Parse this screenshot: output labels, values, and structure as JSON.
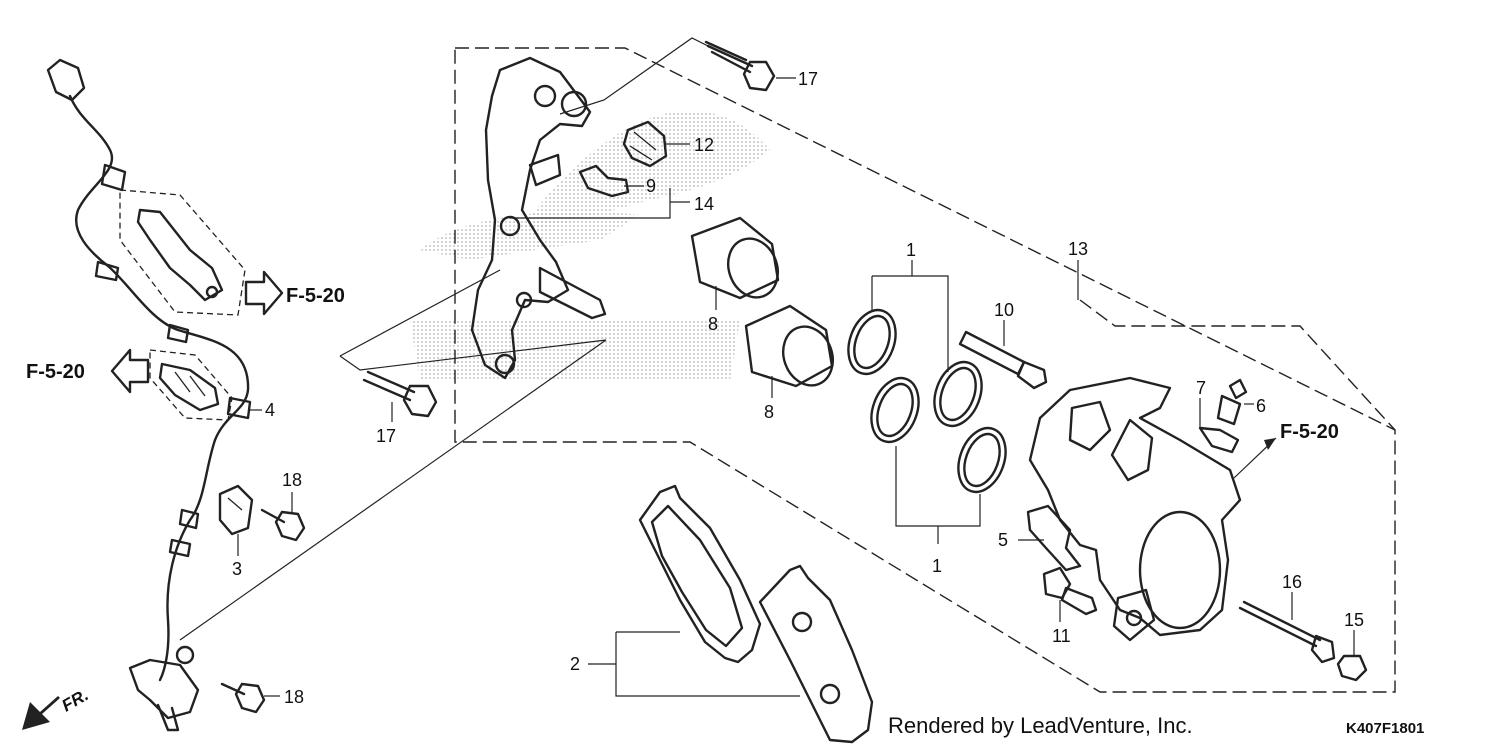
{
  "diagram": {
    "callouts": {
      "p1_top": "1",
      "p1_bottom": "1",
      "p2": "2",
      "p3": "3",
      "p4": "4",
      "p5": "5",
      "p6": "6",
      "p7": "7",
      "p8_top": "8",
      "p8_bottom": "8",
      "p9": "9",
      "p10": "10",
      "p11": "11",
      "p12": "12",
      "p13": "13",
      "p14": "14",
      "p15": "15",
      "p16": "16",
      "p17_top": "17",
      "p17_mid": "17",
      "p18_mid": "18",
      "p18_bottom": "18"
    },
    "references": {
      "right_of_bracket": "F-5-20",
      "left_of_clamp": "F-5-20",
      "caliper": "F-5-20"
    },
    "front_indicator": "FR.",
    "credit": "Rendered by LeadVenture, Inc.",
    "figure_code": "K407F1801",
    "colors": {
      "line": "#222222",
      "watermark": "#bdbdbd",
      "background": "#ffffff"
    }
  }
}
